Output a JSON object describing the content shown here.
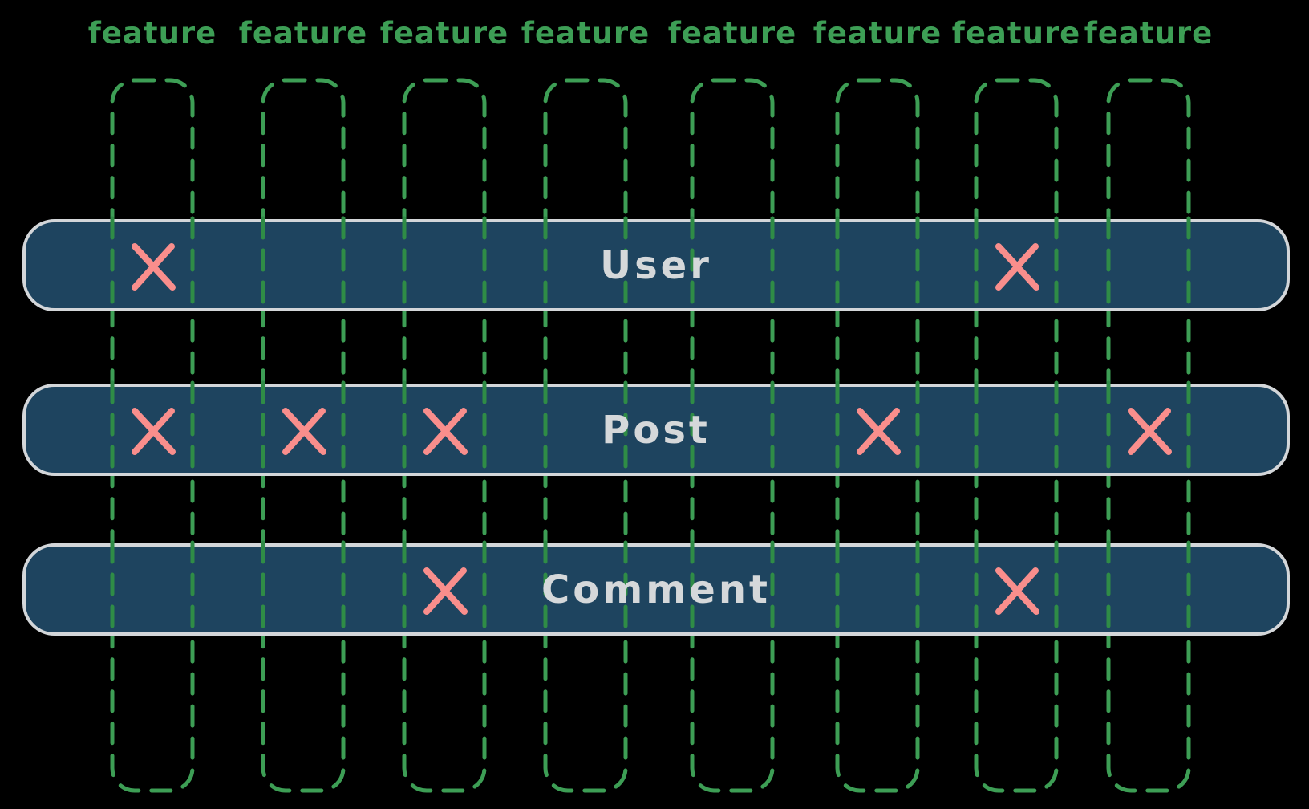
{
  "features": [
    "feature",
    "feature",
    "feature",
    "feature",
    "feature",
    "feature",
    "feature",
    "feature"
  ],
  "rows": [
    {
      "label": "User",
      "crosses": [
        0,
        6
      ]
    },
    {
      "label": "Post",
      "crosses": [
        0,
        1,
        2,
        5,
        7
      ]
    },
    {
      "label": "Comment",
      "crosses": [
        2,
        6
      ]
    }
  ],
  "cross_symbol": "X",
  "colors": {
    "background": "#000000",
    "grid_green": "#3d9e55",
    "dash_green_overlay": "#2f8c46",
    "bar_fill": "#1e445f",
    "bar_border": "#d3d6d9",
    "bar_text": "#d5d8da",
    "cross_red": "#f98e8c"
  }
}
